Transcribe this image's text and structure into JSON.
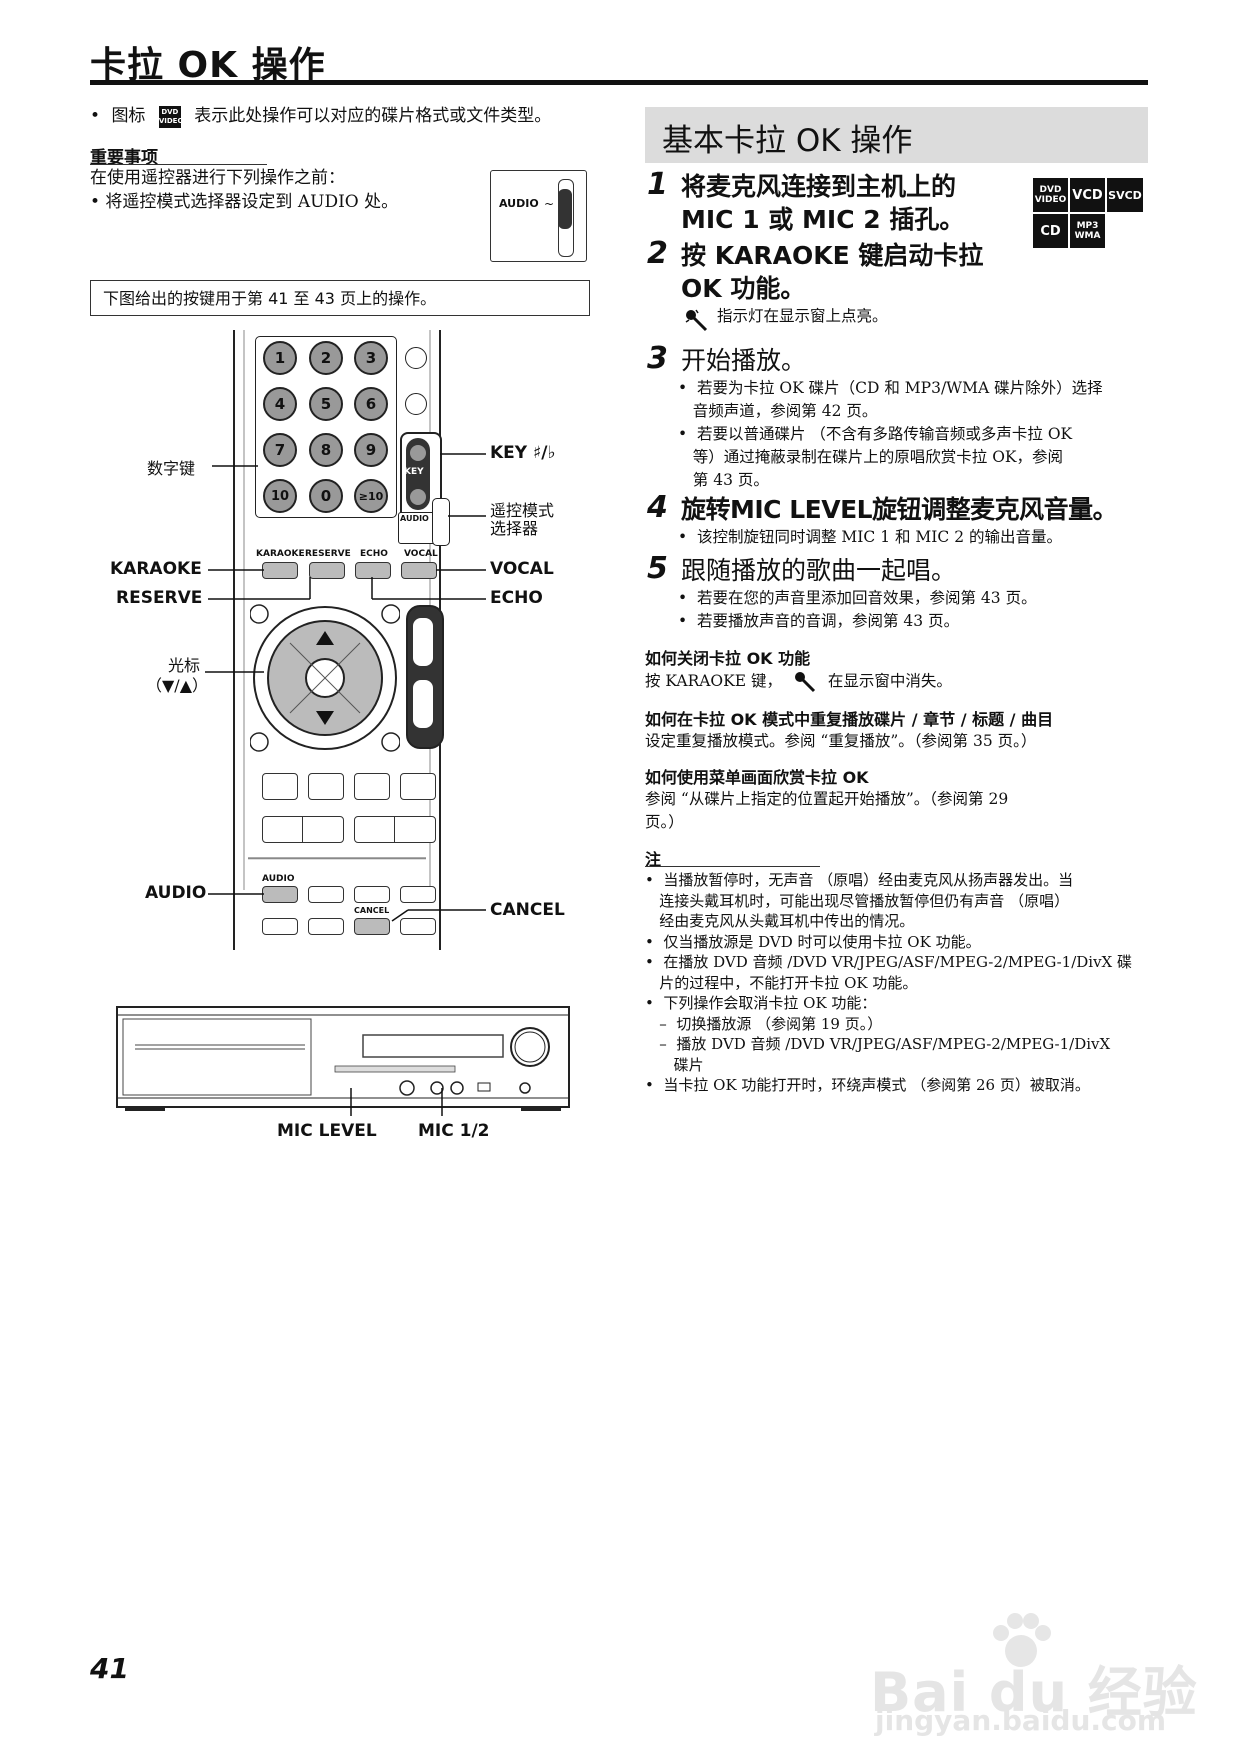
{
  "header": {
    "title": "卡拉 OK 操作"
  },
  "left": {
    "intro": {
      "bullet": "•",
      "before_icon": "图标",
      "icon_top": "DVD",
      "icon_bottom": "VIDEO",
      "after_icon": "表示此处操作可以对应的碟片格式或文件类型。"
    },
    "important": {
      "heading": "重要事项",
      "line1": "在使用遥控器进行下列操作之前：",
      "line2": "•  将遥控模式选择器设定到 AUDIO 处。"
    },
    "audio_switch_label": "AUDIO",
    "buttons_note": "下图给出的按键用于第 41 至 43 页上的操作。",
    "remote_labels": {
      "number_keys": "数字键",
      "key": "KEY ♯/♭",
      "mode_selector_1": "遥控模式",
      "mode_selector_2": "选择器",
      "karaoke": "KARAOKE",
      "reserve": "RESERVE",
      "vocal": "VOCAL",
      "echo": "ECHO",
      "cursor_1": "光标",
      "cursor_2": "（▼/▲）",
      "audio": "AUDIO",
      "cancel": "CANCEL"
    },
    "remote_caps": {
      "karaoke": "KARAOKE",
      "reserve": "RESERVE",
      "echo": "ECHO",
      "vocal": "VOCAL",
      "key": "KEY",
      "audio": "AUDIO",
      "audio2": "AUDIO",
      "cancel": "CANCEL"
    },
    "keypad": [
      "1",
      "2",
      "3",
      "4",
      "5",
      "6",
      "7",
      "8",
      "9",
      "10",
      "0",
      "≥10"
    ],
    "unit_labels": {
      "mic_level": "MIC LEVEL",
      "mic_12": "MIC 1/2"
    }
  },
  "right": {
    "section_title": "基本卡拉 OK 操作",
    "formats": [
      "DVD VIDEO",
      "VCD",
      "SVCD",
      "CD",
      "MP3 WMA"
    ],
    "steps": [
      {
        "num": "1",
        "line1": "将麦克风连接到主机上的",
        "line2": "MIC 1 或 MIC 2 插孔。"
      },
      {
        "num": "2",
        "line1": "按 KARAOKE 键启动卡拉",
        "line2": "OK 功能。",
        "note": "指示灯在显示窗上点亮。"
      },
      {
        "num": "3",
        "line1": "开始播放。"
      },
      {
        "num": "4",
        "line1": "旋转MIC LEVEL旋钮调整麦克风音量。",
        "note": "•  该控制旋钮同时调整 MIC 1 和 MIC 2 的输出音量。"
      },
      {
        "num": "5",
        "line1": "跟随播放的歌曲一起唱。"
      }
    ],
    "step3_bullets": [
      "•  若要为卡拉 OK 碟片（CD 和 MP3/WMA 碟片除外）选择",
      "   音频声道，参阅第 42 页。",
      "•  若要以普通碟片 （不含有多路传输音频或多声卡拉 OK",
      "   等）通过掩蔽录制在碟片上的原唱欣赏卡拉 OK，参阅",
      "   第 43 页。"
    ],
    "step5_bullets": [
      "•  若要在您的声音里添加回音效果，参阅第 43 页。",
      "•  若要播放声音的音调，参阅第 43 页。"
    ],
    "howto": [
      {
        "heading": "如何关闭卡拉 OK 功能",
        "body_a": "按 KARAOKE 键，",
        "body_b": "在显示窗中消失。"
      },
      {
        "heading": "如何在卡拉 OK 模式中重复播放碟片 / 章节 / 标题 / 曲目",
        "body": "设定重复播放模式。参阅 “重复播放”。（参阅第 35 页。）"
      },
      {
        "heading": "如何使用菜单画面欣赏卡拉 OK",
        "body": "参阅 “从碟片上指定的位置起开始播放”。（参阅第 29",
        "body2": "页。）"
      }
    ],
    "notes": {
      "heading": "注",
      "items": [
        "•  当播放暂停时，无声音 （原唱）经由麦克风从扬声器发出。当",
        "   连接头戴耳机时，可能出现尽管播放暂停但仍有声音 （原唱）",
        "   经由麦克风从头戴耳机中传出的情况。",
        "•  仅当播放源是 DVD 时可以使用卡拉 OK 功能。",
        "•  在播放 DVD 音频 /DVD VR/JPEG/ASF/MPEG-2/MPEG-1/DivX 碟",
        "   片的过程中，不能打开卡拉 OK 功能。",
        "•  下列操作会取消卡拉 OK 功能：",
        "   –  切换播放源 （参阅第 19 页。）",
        "   –  播放 DVD 音频 /DVD VR/JPEG/ASF/MPEG-2/MPEG-1/DivX",
        "      碟片",
        "•  当卡拉 OK 功能打开时，环绕声模式 （参阅第 26 页）被取消。"
      ]
    }
  },
  "footer": {
    "page_number": "41",
    "watermark_main": "Bai du 经验",
    "watermark_url": "jingyan.baidu.com"
  }
}
